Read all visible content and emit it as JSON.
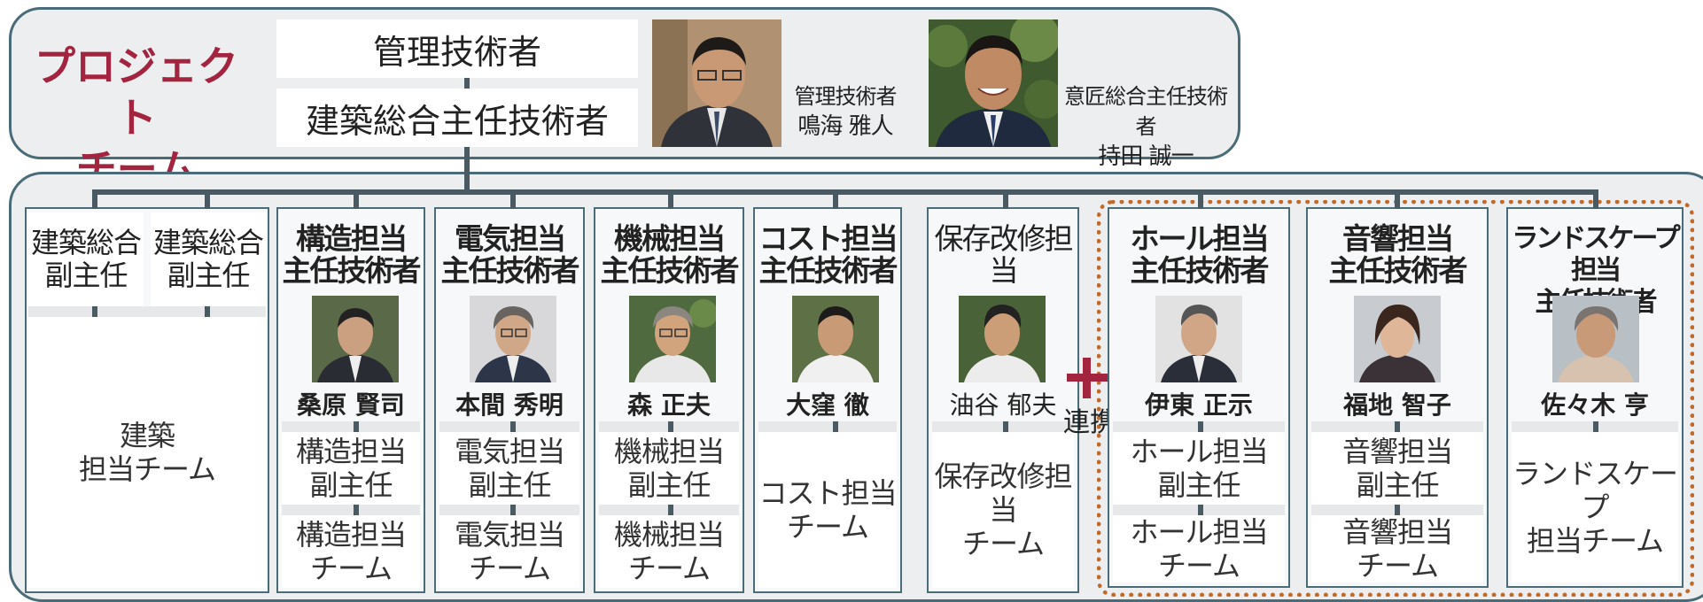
{
  "project_team": {
    "title_line1": "プロジェクト",
    "title_line2": "チーム"
  },
  "top_roles": {
    "manager_role": "管理技術者",
    "chief_role": "建築総合主任技術者"
  },
  "top_people": [
    {
      "role": "管理技術者",
      "name": "鳴海 雅人"
    },
    {
      "role": "意匠総合主任技術者",
      "name": "持田 誠一"
    }
  ],
  "columns": {
    "arch": {
      "deputy1": "建築総合\n副主任",
      "deputy2": "建築総合\n副主任",
      "team": "建築\n担当チーム"
    },
    "struct": {
      "header": "構造担当\n主任技術者",
      "name": "桑原 賢司",
      "deputy": "構造担当\n副主任",
      "team": "構造担当\nチーム"
    },
    "elec": {
      "header": "電気担当\n主任技術者",
      "name": "本間 秀明",
      "deputy": "電気担当\n副主任",
      "team": "電気担当\nチーム"
    },
    "mech": {
      "header": "機械担当\n主任技術者",
      "name": "森 正夫",
      "deputy": "機械担当\n副主任",
      "team": "機械担当\nチーム"
    },
    "cost": {
      "header": "コスト担当\n主任技術者",
      "name": "大窪 徹",
      "team": "コスト担当\nチーム"
    },
    "preserve": {
      "header": "保存改修担当",
      "name": "油谷 郁夫",
      "team": "保存改修担当\nチーム"
    },
    "hall": {
      "header": "ホール担当\n主任技術者",
      "name": "伊東 正示",
      "deputy": "ホール担当\n副主任",
      "team": "ホール担当\nチーム"
    },
    "acoustic": {
      "header": "音響担当\n主任技術者",
      "name": "福地 智子",
      "deputy": "音響担当\n副主任",
      "team": "音響担当\nチーム"
    },
    "landscape": {
      "header": "ランドスケープ担当\n主任技術者",
      "name": "佐々木 亨",
      "team": "ランドスケープ\n担当チーム"
    }
  },
  "cooperation_label": "連携",
  "colors": {
    "accent": "#a3243f",
    "border": "#4a6b78",
    "dotted": "#c26a2a"
  }
}
